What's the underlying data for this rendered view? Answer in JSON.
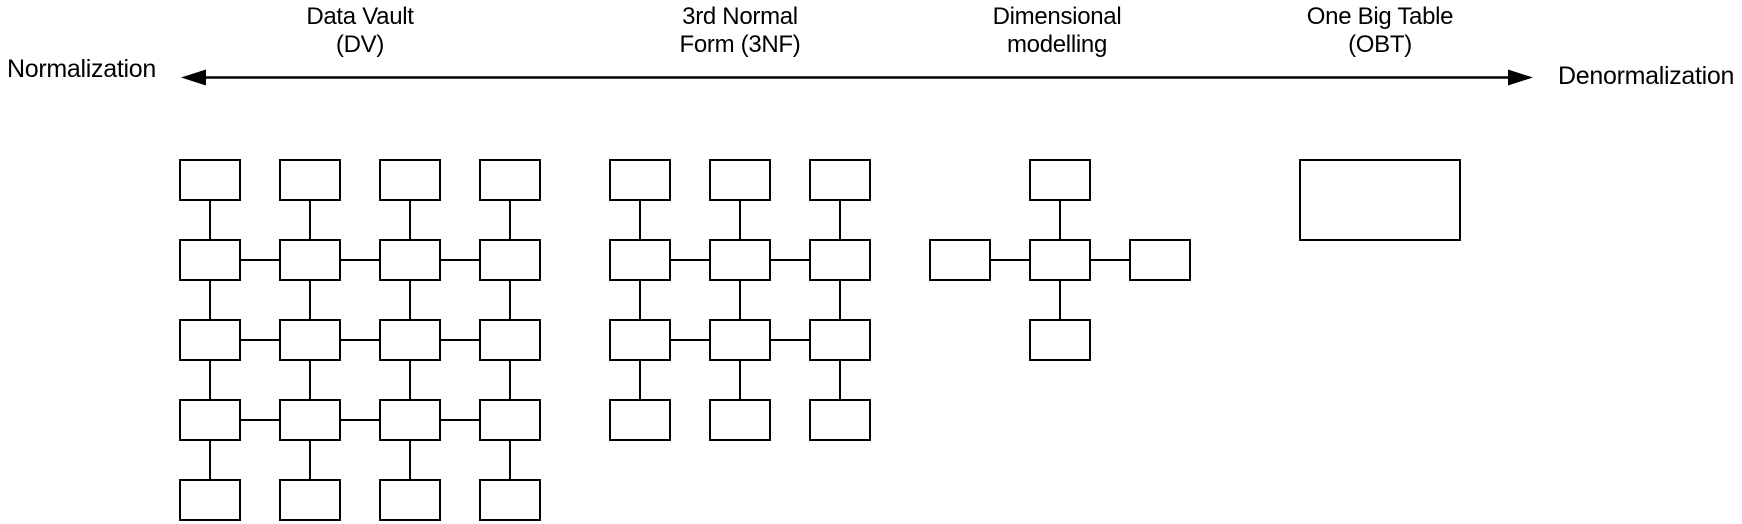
{
  "axis": {
    "left_label": "Normalization",
    "right_label": "Denormalization"
  },
  "approaches": [
    {
      "id": "data-vault",
      "label_line1": "Data Vault",
      "label_line2": "(DV)"
    },
    {
      "id": "3nf",
      "label_line1": "3rd Normal",
      "label_line2": "Form (3NF)"
    },
    {
      "id": "dimensional",
      "label_line1": "Dimensional",
      "label_line2": "modelling"
    },
    {
      "id": "obt",
      "label_line1": "One Big Table",
      "label_line2": "(OBT)"
    }
  ],
  "diagrams": [
    {
      "name": "data-vault-schema",
      "kind": "grid",
      "rows": 5,
      "cols": 4,
      "h_link_rows": [
        1,
        2,
        3
      ],
      "box_count": 20
    },
    {
      "name": "3nf-schema",
      "kind": "grid",
      "rows": 4,
      "cols": 3,
      "h_link_rows": [
        1,
        2
      ],
      "box_count": 12
    },
    {
      "name": "star-schema",
      "kind": "star",
      "fact_boxes": 1,
      "dimension_boxes": 4,
      "box_count": 5
    },
    {
      "name": "one-big-table",
      "kind": "single",
      "box_count": 1
    }
  ],
  "colors": {
    "stroke": "#000000",
    "box_fill": "#ffffff",
    "background": "#ffffff",
    "text": "#000000"
  }
}
